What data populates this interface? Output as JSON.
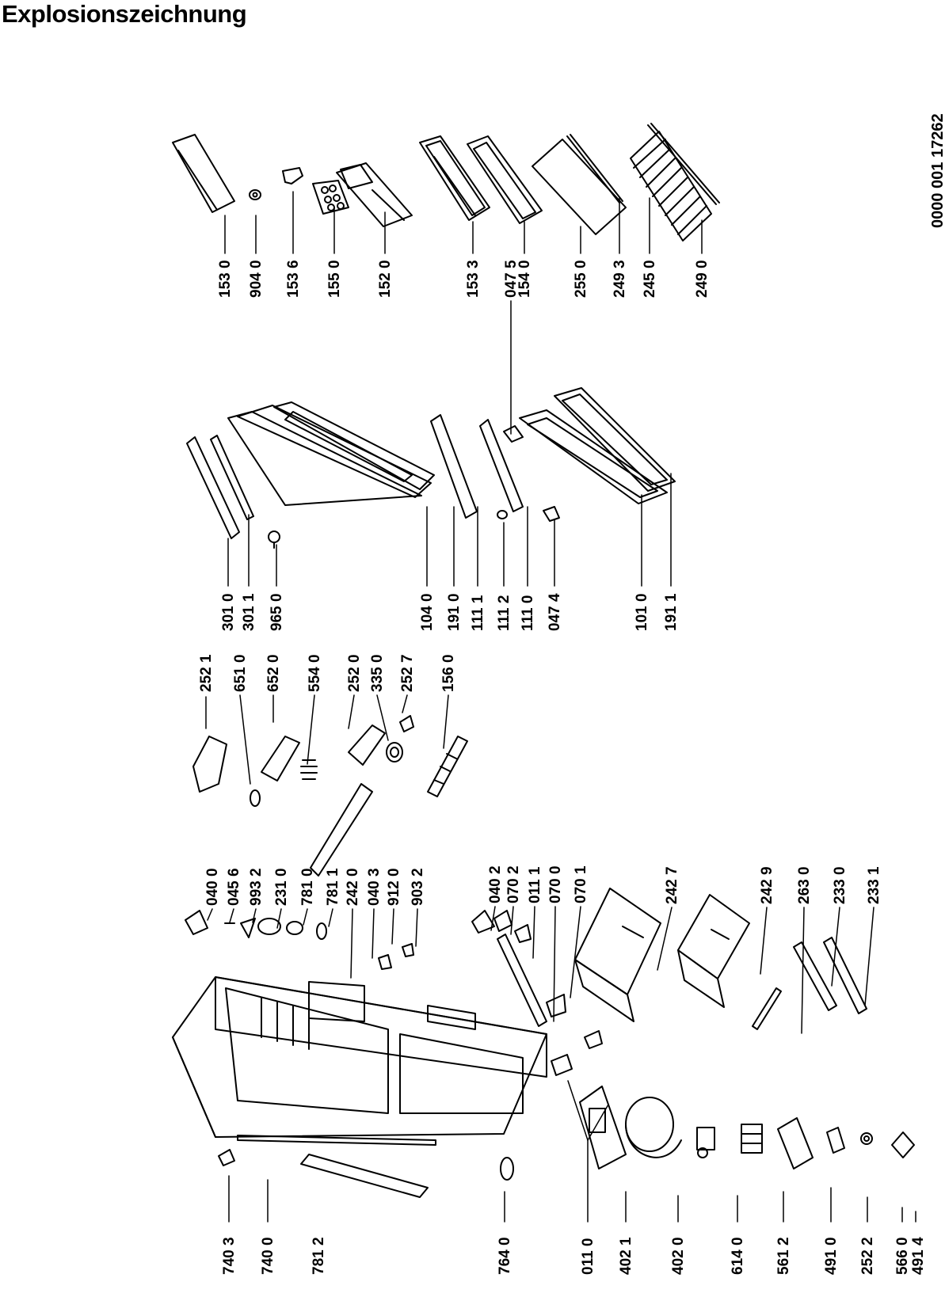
{
  "header": {
    "title": "Explosionszeichnung"
  },
  "document_number": "0000 001 17262",
  "part_labels": [
    {
      "id": "p1530",
      "text": "153 0"
    },
    {
      "id": "p9040",
      "text": "904 0"
    },
    {
      "id": "p1536",
      "text": "153 6"
    },
    {
      "id": "p1550",
      "text": "155 0"
    },
    {
      "id": "p1520",
      "text": "152 0"
    },
    {
      "id": "p1533",
      "text": "153 3"
    },
    {
      "id": "p0475",
      "text": "047 5"
    },
    {
      "id": "p1540",
      "text": "154 0"
    },
    {
      "id": "p2550",
      "text": "255 0"
    },
    {
      "id": "p2493",
      "text": "249 3"
    },
    {
      "id": "p2450",
      "text": "245 0"
    },
    {
      "id": "p2490",
      "text": "249 0"
    },
    {
      "id": "p3010",
      "text": "301 0"
    },
    {
      "id": "p3011",
      "text": "301 1"
    },
    {
      "id": "p9650",
      "text": "965 0"
    },
    {
      "id": "p1040",
      "text": "104 0"
    },
    {
      "id": "p1910",
      "text": "191 0"
    },
    {
      "id": "p1111",
      "text": "111 1"
    },
    {
      "id": "p1112",
      "text": "111 2"
    },
    {
      "id": "p1110",
      "text": "111 0"
    },
    {
      "id": "p0474",
      "text": "047 4"
    },
    {
      "id": "p1010",
      "text": "101 0"
    },
    {
      "id": "p1911",
      "text": "191 1"
    },
    {
      "id": "p2521",
      "text": "252 1"
    },
    {
      "id": "p6510",
      "text": "651 0"
    },
    {
      "id": "p6520",
      "text": "652 0"
    },
    {
      "id": "p5540",
      "text": "554 0"
    },
    {
      "id": "p2520",
      "text": "252 0"
    },
    {
      "id": "p3350",
      "text": "335 0"
    },
    {
      "id": "p2527",
      "text": "252 7"
    },
    {
      "id": "p1560",
      "text": "156 0"
    },
    {
      "id": "p0400",
      "text": "040 0"
    },
    {
      "id": "p0456",
      "text": "045 6"
    },
    {
      "id": "p9932",
      "text": "993 2"
    },
    {
      "id": "p2310",
      "text": "231 0"
    },
    {
      "id": "p7810",
      "text": "781 0"
    },
    {
      "id": "p7811",
      "text": "781 1"
    },
    {
      "id": "p2420",
      "text": "242 0"
    },
    {
      "id": "p0403",
      "text": "040 3"
    },
    {
      "id": "p9120",
      "text": "912 0"
    },
    {
      "id": "p9032",
      "text": "903 2"
    },
    {
      "id": "p0402",
      "text": "040 2"
    },
    {
      "id": "p0702",
      "text": "070 2"
    },
    {
      "id": "p0111",
      "text": "011 1"
    },
    {
      "id": "p0700",
      "text": "070 0"
    },
    {
      "id": "p0701",
      "text": "070 1"
    },
    {
      "id": "p2427",
      "text": "242 7"
    },
    {
      "id": "p2429",
      "text": "242 9"
    },
    {
      "id": "p2630",
      "text": "263 0"
    },
    {
      "id": "p2330",
      "text": "233 0"
    },
    {
      "id": "p2331",
      "text": "233 1"
    },
    {
      "id": "p7403",
      "text": "740 3"
    },
    {
      "id": "p7400",
      "text": "740 0"
    },
    {
      "id": "p7812",
      "text": "781 2"
    },
    {
      "id": "p7640",
      "text": "764 0"
    },
    {
      "id": "p0110",
      "text": "011 0"
    },
    {
      "id": "p4021",
      "text": "402 1"
    },
    {
      "id": "p4020",
      "text": "402 0"
    },
    {
      "id": "p6140",
      "text": "614 0"
    },
    {
      "id": "p5612",
      "text": "561 2"
    },
    {
      "id": "p4910",
      "text": "491 0"
    },
    {
      "id": "p2522",
      "text": "252 2"
    },
    {
      "id": "p5660",
      "text": "566 0"
    },
    {
      "id": "p4914",
      "text": "491 4"
    }
  ]
}
